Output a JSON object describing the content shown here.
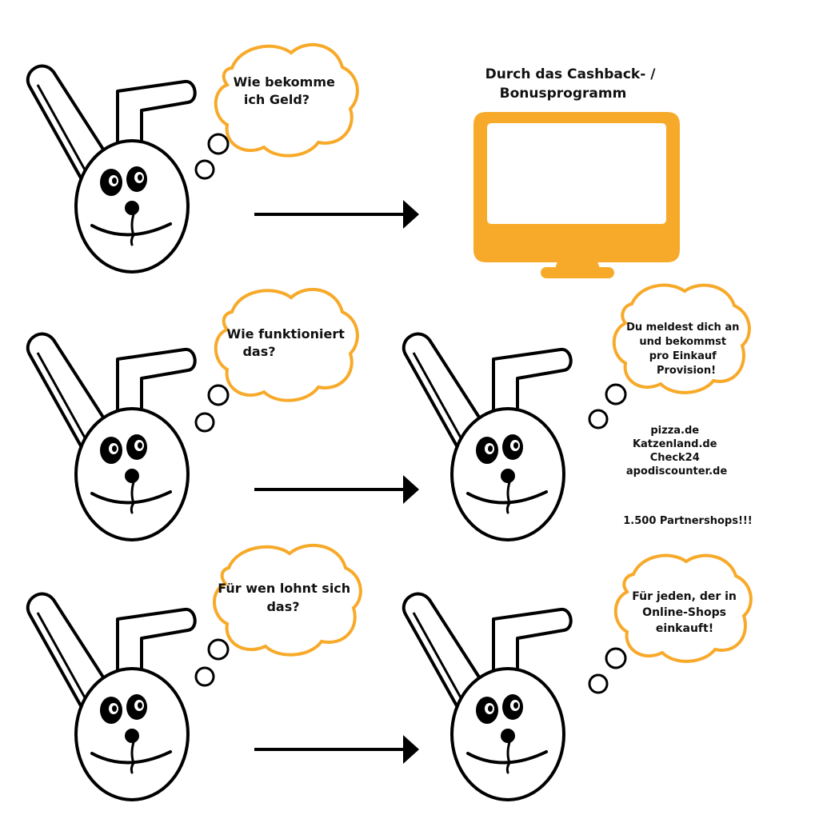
{
  "colors": {
    "accent": "#F7AA2A",
    "ink": "#000000",
    "background": "#FFFFFF"
  },
  "row1": {
    "question": [
      "Wie bekomme",
      "ich Geld?"
    ],
    "answer_title": [
      "Durch das Cashback- /",
      "Bonusprogramm"
    ],
    "answer_icon": "monitor-icon"
  },
  "row2": {
    "question": [
      "Wie funktioniert",
      "das?"
    ],
    "answer": [
      "Du meldest dich an",
      "und bekommst",
      "pro Einkauf",
      "Provision!"
    ],
    "shops": [
      "pizza.de",
      "Katzenland.de",
      "Check24",
      "apodiscounter.de"
    ],
    "partner_count": "1.500 Partnershops!!!"
  },
  "row3": {
    "question": [
      "Für wen lohnt sich",
      "das?"
    ],
    "answer": [
      "Für jeden, der in",
      "Online-Shops",
      "einkauft!"
    ]
  }
}
